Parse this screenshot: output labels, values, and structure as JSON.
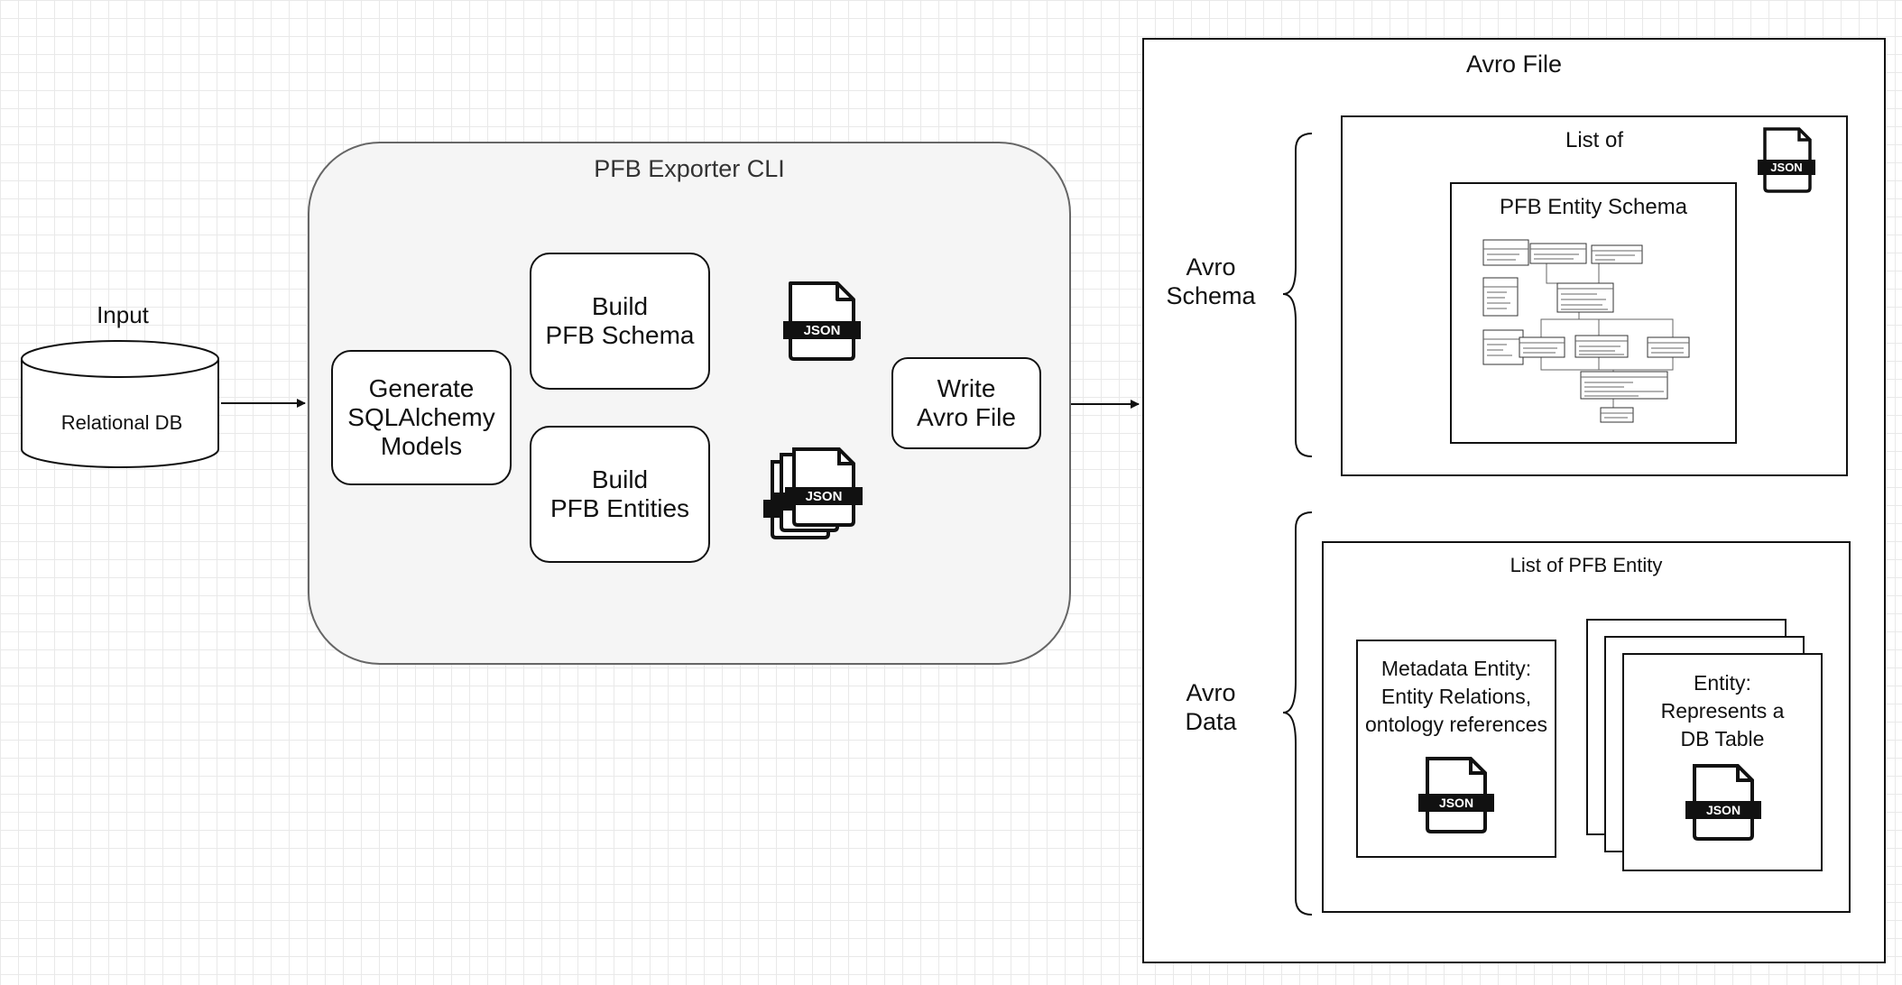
{
  "input": {
    "label": "Input",
    "db_label": "Relational DB"
  },
  "exporter": {
    "title": "PFB Exporter CLI",
    "generate": "Generate\nSQLAlchemy\nModels",
    "build_schema": "Build\nPFB Schema",
    "build_entities": "Build\nPFB Entities",
    "write": "Write\nAvro File",
    "json_label": "JSON"
  },
  "avro": {
    "title": "Avro File",
    "schema_label": "Avro\nSchema",
    "data_label": "Avro\nData",
    "list_of": "List of",
    "entity_schema": "PFB Entity Schema",
    "list_pfb_entity": "List of PFB Entity",
    "metadata_entity": "Metadata Entity:\nEntity Relations,\nontology references",
    "entity": "Entity:\nRepresents a\nDB Table",
    "json_label": "JSON"
  }
}
